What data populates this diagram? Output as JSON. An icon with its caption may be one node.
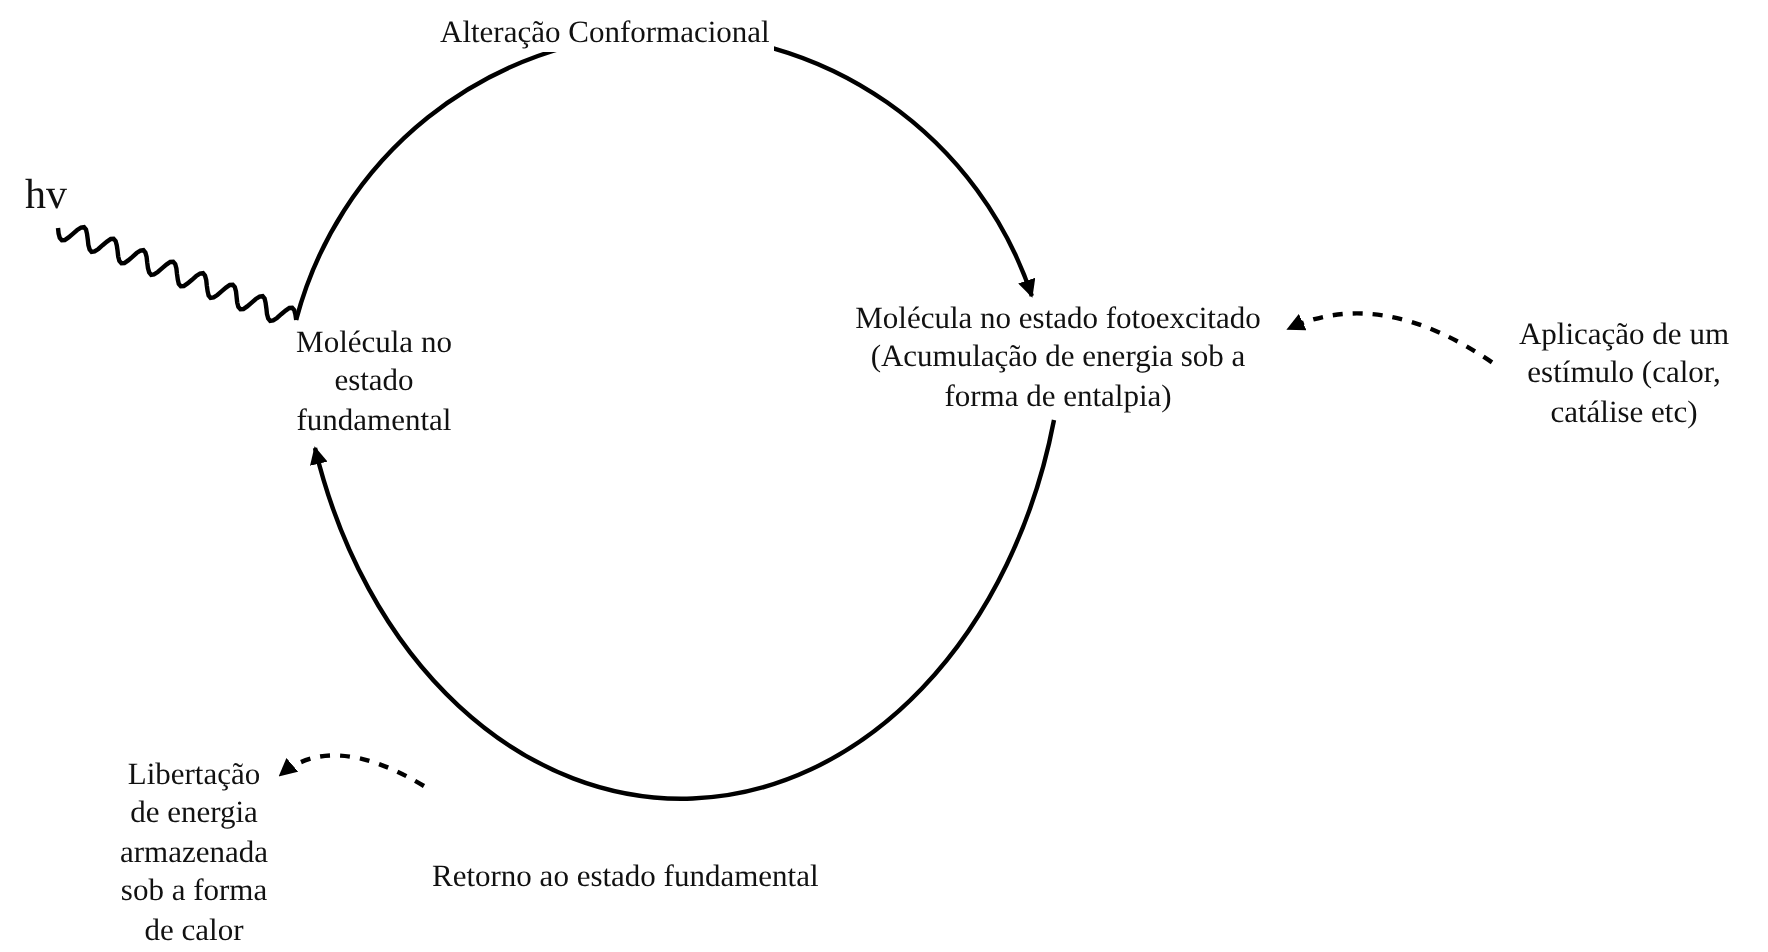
{
  "diagram": {
    "nodes": [
      {
        "text": [
          "hv"
        ]
      },
      {
        "text": [
          "Molécula no estado fundamental"
        ]
      },
      {
        "text": [
          "Molécula no estado fotoexcitado",
          "(Acumulação de energia sob a forma de entalpia)"
        ]
      },
      {
        "text": [
          "Aplicação de um estímulo (calor, catálise etc)"
        ]
      },
      {
        "text": [
          "Libertação de energia armazenada sob a forma de calor"
        ]
      }
    ],
    "edges": [
      {
        "from": 0,
        "to": 1,
        "arrow": "none"
      },
      {
        "from": 1,
        "to": 2,
        "arrow": "to",
        "label": "Alteração Conformacional"
      },
      {
        "from": 2,
        "to": 1,
        "arrow": "to",
        "label": "Retorno ao estado fundamental"
      },
      {
        "from": 3,
        "to": 2,
        "arrow": "to",
        "style": "dashed"
      },
      {
        "from": null,
        "to": 4,
        "arrow": "to",
        "style": "dashed"
      }
    ]
  }
}
